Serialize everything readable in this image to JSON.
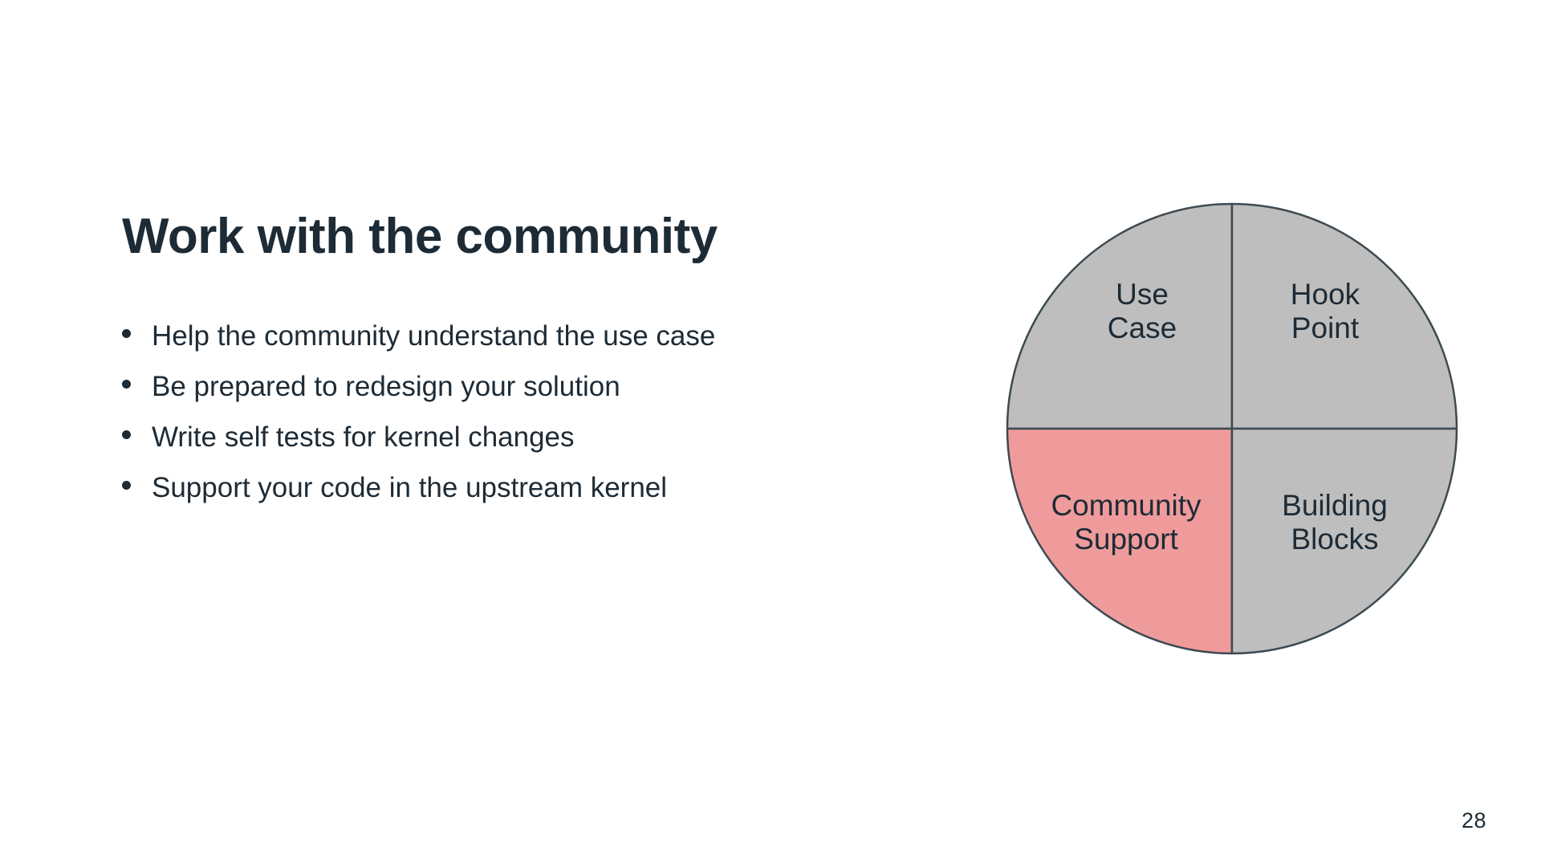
{
  "slide": {
    "title": "Work with the community",
    "page_number": "28",
    "background_color": "#ffffff",
    "text_color": "#1d2b36"
  },
  "bullets": [
    {
      "text": "Help the community understand the use case"
    },
    {
      "text": "Be prepared to redesign your solution"
    },
    {
      "text": "Write self tests for kernel changes"
    },
    {
      "text": "Support your code in the upstream kernel"
    }
  ],
  "diagram": {
    "type": "quadrant-circle",
    "stroke_color": "#3d4a52",
    "quadrants": [
      {
        "id": "use-case",
        "position": "top-left",
        "line1": "Use",
        "line2": "Case",
        "fill": "#bebebe",
        "highlighted": false
      },
      {
        "id": "hook-point",
        "position": "top-right",
        "line1": "Hook",
        "line2": "Point",
        "fill": "#bebebe",
        "highlighted": false
      },
      {
        "id": "community-support",
        "position": "bottom-left",
        "line1": "Community",
        "line2": "Support",
        "fill": "#ef9b9b",
        "highlighted": true
      },
      {
        "id": "building-blocks",
        "position": "bottom-right",
        "line1": "Building",
        "line2": "Blocks",
        "fill": "#bebebe",
        "highlighted": false
      }
    ]
  }
}
